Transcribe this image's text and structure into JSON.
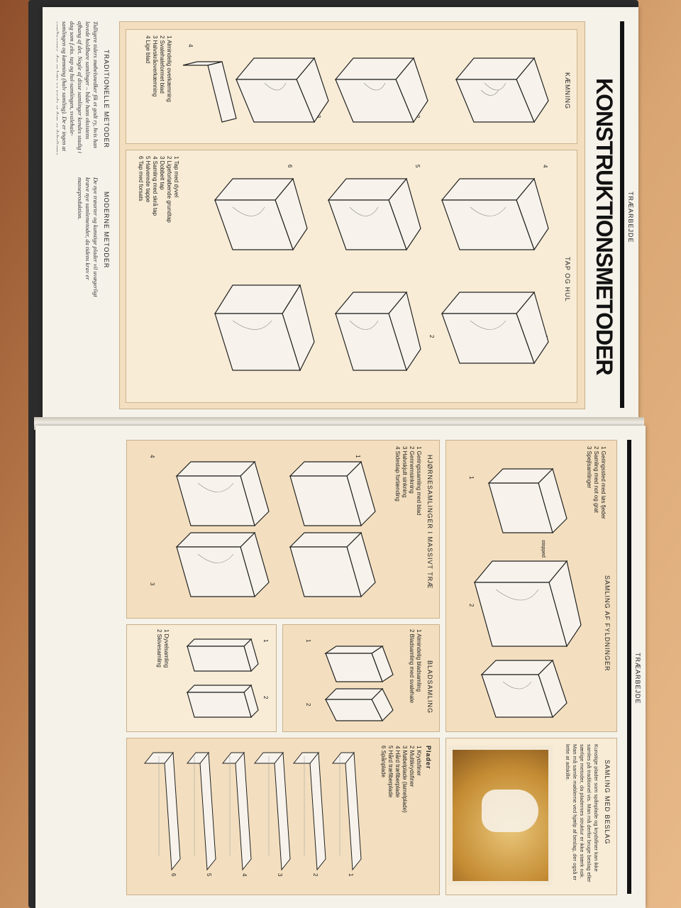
{
  "top_page": {
    "running_header": "TRÆARBEJDE",
    "title": "KONSTRUKTIONSMETODER",
    "traditional": {
      "heading": "TRADITIONELLE METODER",
      "body": "Tidligere tiders møbelsnedker fik et godt ry, hvis han lavede holdbare samlinger – både hans eksistens afhang af det. Nogle af disse samlinger kendes stadig i dag som f.eks. tap og hul-samlingen, svalehale-samlingen og kæmning (halv samling). De er ingen at samlingerne, der er lette og nøgle at dem er deltaljerne vanskelige at udføre. Der er derfor ikke mærkeligt, at man taler med ærbødighed om de gamle håndværkere."
    },
    "modern": {
      "heading": "MODERNE METODER",
      "body": "De nye træarter og kunstige plader vil uvægerligt kræve nye samlemetoder, da tidens krav er masseproduktion."
    },
    "kaemning": {
      "label": "KÆMNING",
      "items": [
        "1 Almindelig overkæmning",
        "2 Svalehaleformet blad",
        "3 Halvskråoverkæmning",
        "4 Lige blad"
      ],
      "nums": [
        "1",
        "2",
        "3",
        "4"
      ]
    },
    "tap": {
      "label": "TAP OG HUL",
      "items": [
        "1 Tap med dyvel",
        "2 Ligeforløbende grundtap",
        "3 Dobbelt tap",
        "4 Samling med skrå tap",
        "5 Halverede tappe",
        "6 Tap med forsats"
      ],
      "nums": [
        "1",
        "2",
        "3",
        "4",
        "5",
        "6"
      ]
    }
  },
  "bottom_page": {
    "running_header": "TRÆARBEJDE",
    "fyldninger": {
      "label": "SAMLING AF FYLDNINGER",
      "items": [
        "1 Geringssted med løs fjeder",
        "2 Samling med not og grat",
        "3 Spejlsamlinger"
      ],
      "callout": "stopped",
      "nums": [
        "1",
        "2",
        "3"
      ]
    },
    "beslag": {
      "label": "SAMLING MED BESLAG",
      "body": "Kunstige plader som spånplade og krydsfiner kan ikke samles på traditionel vis. Man må derfor bruge beslag eller særlige metoder, da pladernes struktur er ikke stærk nok. Man må samle møblerne ved hjælp af beslag, der også er lette at adskille."
    },
    "plader": {
      "label": "Plader",
      "items": [
        "1 Krydsfiner",
        "2 Multikrydsfiner",
        "3 Møbelplade (lamelplade)",
        "4 Hård træfiberplade",
        "5 Hård træfiberplade",
        "6 Spånplade"
      ],
      "nums": [
        "1",
        "2",
        "3",
        "4",
        "5",
        "6"
      ]
    },
    "hjorne": {
      "label": "HJØRNESAMLINGER I MASSIVT TRÆ",
      "items": [
        "1 Geringssamling med blad",
        "2 Gennemsinkning",
        "3 Halvskjult sinkning",
        "4 Sidestap forlænding"
      ],
      "nums": [
        "1",
        "2",
        "3",
        "4"
      ]
    },
    "blad": {
      "label": "BLADSAMLING",
      "items": [
        "1 Almindelig bladsamling",
        "2 Bladsamling med svalehale"
      ],
      "nums": [
        "1",
        "2"
      ]
    },
    "dyvel": {
      "items": [
        "1 Dyvelsamling",
        "2 Skivesamling"
      ],
      "nums": [
        "1",
        "2"
      ]
    }
  },
  "colors": {
    "panel": "#f3dfbf",
    "page": "#f5f2ea",
    "ink": "#111111"
  }
}
